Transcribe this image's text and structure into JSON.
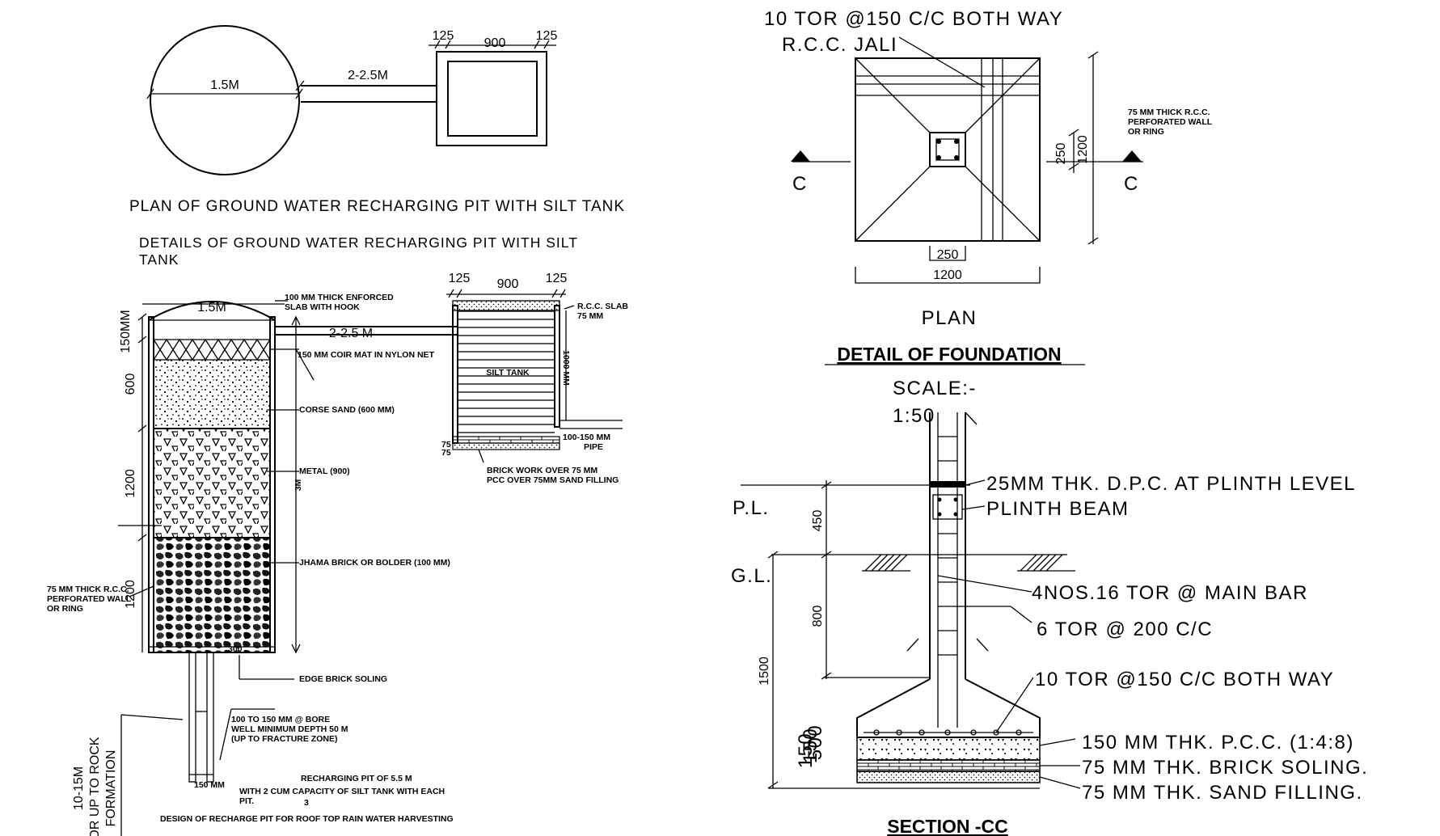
{
  "plan_top": {
    "dia_label": "1.5M",
    "conn_label": "2-2.5M",
    "dim_left": "125",
    "dim_mid": "900",
    "dim_right": "125",
    "caption": "PLAN OF GROUND WATER RECHARGING PIT WITH SILT TANK"
  },
  "details": {
    "heading_line1": "DETAILS OF GROUND WATER RECHARGING PIT WITH SILT",
    "heading_line2": "TANK",
    "dia_label": "1.5M",
    "conn_label": "2-2.5 M",
    "slab_note_line1": "100 MM THICK ENFORCED",
    "slab_note_line2": "SLAB WITH HOOK",
    "coir_note": "150 MM COIR MAT IN NYLON NET",
    "sand_note": "CORSE SAND (600 MM)",
    "metal_note": "METAL (900)",
    "brick_note": "JHAMA BRICK OR BOLDER (100 MM)",
    "soling_note": "EDGE BRICK SOLING",
    "wall_note_line1": "75 MM THICK R.C.C.",
    "wall_note_line2": "PERFORATED WALL",
    "wall_note_line3": "OR RING",
    "bore_note_line1": "100 TO 150 MM @ BORE",
    "bore_note_line2": "WELL MINIMUM   DEPTH 50 M",
    "bore_note_line3": "(UP TO FRACTURE ZONE)",
    "depth_label": "3M",
    "dim_150": "150MM",
    "dim_600": "600",
    "dim_1200": "1200",
    "dim_lower": "1200",
    "dim_bore": "150 MM",
    "dim_300": "300",
    "rock_line1": "10-15M",
    "rock_line2": "OR UP TO ROCK",
    "rock_line3": "FORMATION",
    "recharge_line1": "RECHARGING PIT OF 5.5 M",
    "recharge_line2": "WITH 2 CUM CAPACITY OF SILT TANK WITH EACH",
    "recharge_line3": "PIT.",
    "recharge_sup": "3",
    "design_caption": "DESIGN OF RECHARGE PIT FOR ROOF TOP RAIN WATER HARVESTING",
    "tank_dim_left": "125",
    "tank_dim_mid": "900",
    "tank_dim_right": "125",
    "tank_label": "SILT TANK",
    "tank_height": "1000 MM",
    "rcc_slab_line1": "R.C.C. SLAB",
    "rcc_slab_line2": "75 MM",
    "pipe_line1": "100-150 MM",
    "pipe_line2": "PIPE",
    "base_75a": "75",
    "base_75b": "75",
    "brick_pcc_line1": "BRICK WORK OVER 75 MM",
    "brick_pcc_line2": "PCC OVER 75MM SAND FILLING"
  },
  "foundation_plan": {
    "bar_note": "10 TOR @150 C/C BOTH WAY",
    "jali_note": "R.C.C. JALI",
    "wall_note_line1": "75 MM THICK R.C.C.",
    "wall_note_line2": "PERFORATED WALL",
    "wall_note_line3": "OR RING",
    "section_left": "C",
    "section_right": "C",
    "dim_250_v": "250",
    "dim_1200_v": "1200",
    "dim_250_h": "250",
    "dim_1200_h": "1200",
    "plan_label": "PLAN",
    "title": "DETAIL OF FOUNDATION",
    "scale_line1": "SCALE:-",
    "scale_line2": "1:50"
  },
  "section_cc": {
    "dpc_note": "25MM THK. D.P.C. AT PLINTH LEVEL",
    "beam_note": "PLINTH BEAM",
    "pl_label": "P.L.",
    "gl_label": "G.L.",
    "dim_450": "450",
    "dim_800": "800",
    "dim_1500": "1500",
    "dim_overlap": "150",
    "dim_overlap2": "150",
    "dim_overlap3": "500",
    "main_bar_note": "4NOS.16 TOR @   MAIN BAR",
    "stirrup_note": "6 TOR @ 200 C/C",
    "base_bar_note": "10 TOR @150 C/C BOTH WAY",
    "pcc_note": "150 MM THK. P.C.C. (1:4:8)",
    "soling_note": "75   MM THK. BRICK SOLING.",
    "sand_note": "75   MM THK. SAND FILLING.",
    "title": "SECTION -CC"
  }
}
